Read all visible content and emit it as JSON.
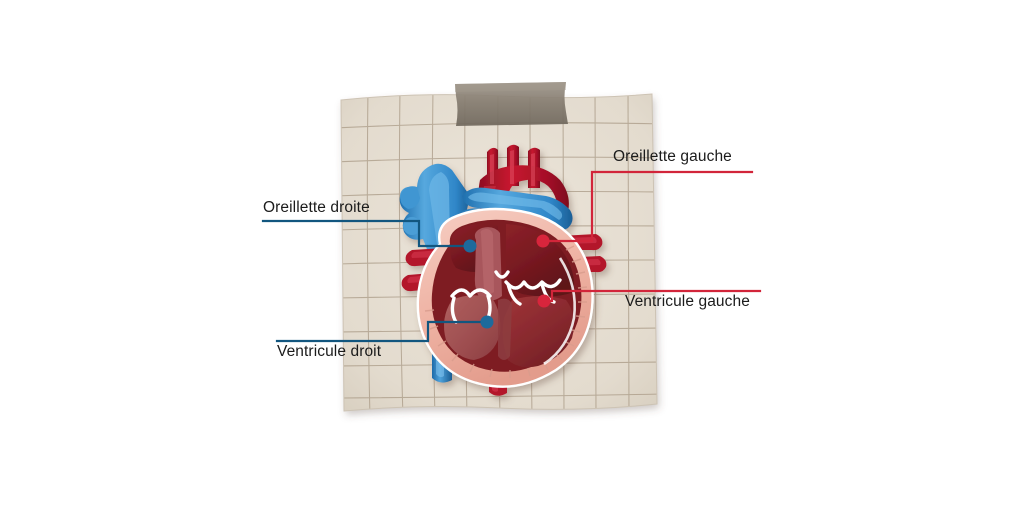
{
  "figure": {
    "kind": "anatomical-diagram",
    "subject": "human-heart-cross-section",
    "language": "fr",
    "background_color": "#ffffff",
    "paper": {
      "fill_color": "#e6dfd3",
      "grid_line_color": "#a79783",
      "shadow_color": "#cfc8bd",
      "tape": {
        "name": "adhesive-tape",
        "color": "#857c70",
        "highlight_color": "#9a9184"
      }
    },
    "leader_colors": {
      "left": "#12567f",
      "right": "#d2253a"
    }
  },
  "labels": [
    {
      "id": "oreillette-droite",
      "text": "Oreillette droite",
      "side": "left",
      "color": "#12567f",
      "dot_color": "#1d6a9c",
      "underline": true
    },
    {
      "id": "oreillette-gauche",
      "text": "Oreillette gauche",
      "side": "right",
      "color": "#d2253a",
      "dot_color": "#d8253c",
      "underline": true
    },
    {
      "id": "ventricule-gauche",
      "text": "Ventricule gauche",
      "side": "right",
      "color": "#d2253a",
      "dot_color": "#d8253c",
      "underline": true
    },
    {
      "id": "ventricule-droit",
      "text": "Ventricule droit",
      "side": "left",
      "color": "#12567f",
      "dot_color": "#1d6a9c",
      "underline": true
    }
  ],
  "heart": {
    "parts": [
      {
        "name": "aorta",
        "color": "#b3142c"
      },
      {
        "name": "aortic-arch-branches",
        "color": "#c2172f"
      },
      {
        "name": "superior-vena-cava",
        "color": "#3d93d1"
      },
      {
        "name": "pulmonary-artery",
        "color": "#3d93d1"
      },
      {
        "name": "pulmonary-veins",
        "color": "#c2172f"
      },
      {
        "name": "inferior-vena-cava",
        "color": "#2f86c8"
      },
      {
        "name": "myocardium-outer-wall",
        "color": "#f1b5a8"
      },
      {
        "name": "right-atrium-chamber",
        "color": "#7e1f24"
      },
      {
        "name": "left-atrium-chamber",
        "color": "#7e1f24"
      },
      {
        "name": "right-ventricle-chamber",
        "color": "#a8575c"
      },
      {
        "name": "left-ventricle-chamber",
        "color": "#8e2d31"
      },
      {
        "name": "septum",
        "color": "#a8575c"
      },
      {
        "name": "heart-valves",
        "color": "#ffffff"
      }
    ]
  }
}
